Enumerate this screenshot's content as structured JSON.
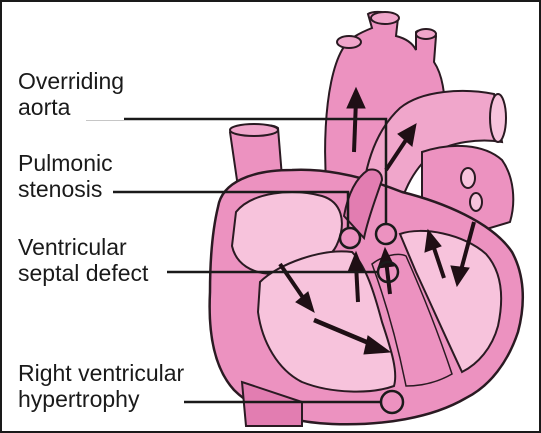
{
  "labels": {
    "overriding_aorta": {
      "line1": "Overriding",
      "line2": "aorta"
    },
    "pulmonic_stenosis": {
      "line1": "Pulmonic",
      "line2": "stenosis"
    },
    "vsd": {
      "line1": "Ventricular",
      "line2": "septal defect"
    },
    "rvh": {
      "line1": "Right ventricular",
      "line2": "hypertrophy"
    }
  },
  "colors": {
    "heart_outer": "#ec92c0",
    "heart_inner": "#f7c3dc",
    "heart_mid": "#f0a6cb",
    "heart_dark": "#e27db1",
    "outline": "#2a1a22",
    "arrow": "#1f0f15"
  }
}
